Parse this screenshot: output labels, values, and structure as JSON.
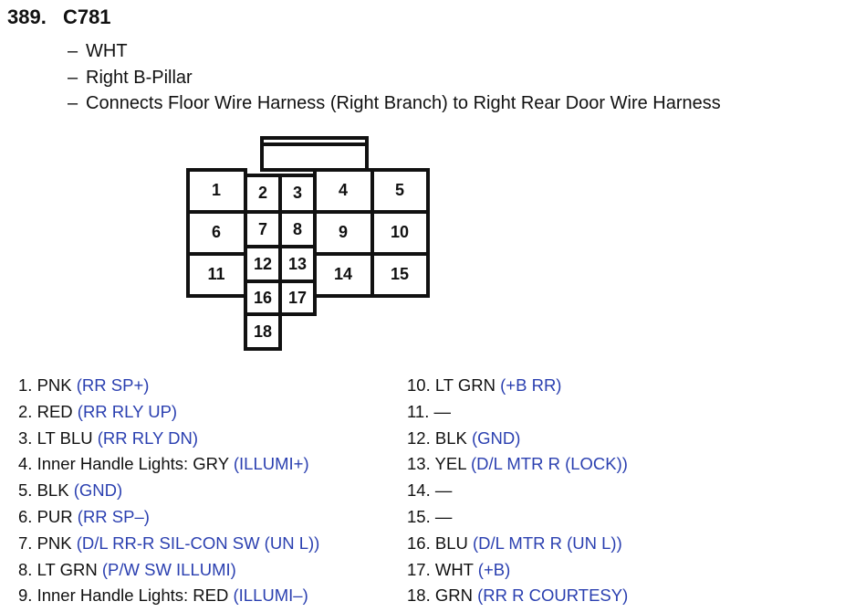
{
  "header": {
    "number": "389.",
    "code": "C781"
  },
  "details": [
    {
      "dash": "–",
      "text": "WHT"
    },
    {
      "dash": "–",
      "text": "Right B-Pillar"
    },
    {
      "dash": "–",
      "text": "Connects Floor Wire Harness (Right Branch) to Right Rear Door Wire Harness"
    }
  ],
  "connector": {
    "cavities": [
      "1",
      "2",
      "3",
      "4",
      "5",
      "6",
      "7",
      "8",
      "9",
      "10",
      "11",
      "12",
      "13",
      "14",
      "15",
      "16",
      "17",
      "18"
    ]
  },
  "pins_left": [
    {
      "num": "1.",
      "color": "PNK",
      "signal": "(RR SP+)"
    },
    {
      "num": "2.",
      "color": "RED",
      "signal": "(RR RLY UP)"
    },
    {
      "num": "3.",
      "color": "LT BLU",
      "signal": "(RR RLY DN)"
    },
    {
      "num": "4.",
      "color": "Inner Handle Lights: GRY",
      "signal": "(ILLUMI+)"
    },
    {
      "num": "5.",
      "color": "BLK",
      "signal": "(GND)"
    },
    {
      "num": "6.",
      "color": "PUR",
      "signal": "(RR SP–)"
    },
    {
      "num": "7.",
      "color": "PNK",
      "signal": "(D/L RR-R SIL-CON SW (UN L))"
    },
    {
      "num": "8.",
      "color": "LT GRN",
      "signal": "(P/W SW ILLUMI)"
    },
    {
      "num": "9.",
      "color": "Inner Handle Lights: RED",
      "signal": "(ILLUMI–)"
    }
  ],
  "pins_right": [
    {
      "num": "10.",
      "color": "LT GRN",
      "signal": "(+B RR)"
    },
    {
      "num": "11.",
      "color": "—",
      "signal": ""
    },
    {
      "num": "12.",
      "color": "BLK",
      "signal": "(GND)"
    },
    {
      "num": "13.",
      "color": "YEL",
      "signal": "(D/L MTR R (LOCK))"
    },
    {
      "num": "14.",
      "color": "—",
      "signal": ""
    },
    {
      "num": "15.",
      "color": "—",
      "signal": ""
    },
    {
      "num": "16.",
      "color": "BLU",
      "signal": "(D/L MTR R (UN L))"
    },
    {
      "num": "17.",
      "color": "WHT",
      "signal": "(+B)"
    },
    {
      "num": "18.",
      "color": "GRN",
      "signal": "(RR R COURTESY)"
    }
  ],
  "colors": {
    "text": "#111111",
    "signal": "#2a3fb0",
    "outline": "#111111"
  }
}
